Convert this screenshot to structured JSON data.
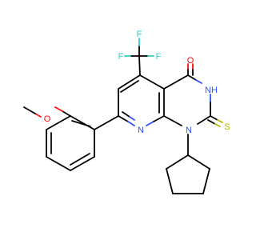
{
  "molecule": {
    "atoms": {
      "f_top": "F",
      "f_left": "F",
      "f_right": "F",
      "o_carbonyl": "O",
      "nh": "NH",
      "s_thione": "S",
      "n_pyridine": "N",
      "n1": "N",
      "o_methoxy": "O"
    },
    "colors": {
      "fluorine": "#33cccc",
      "oxygen": "#ff0d0d",
      "nitrogen": "#3050f8",
      "sulfur": "#b2b200",
      "carbon": "#000000"
    }
  }
}
